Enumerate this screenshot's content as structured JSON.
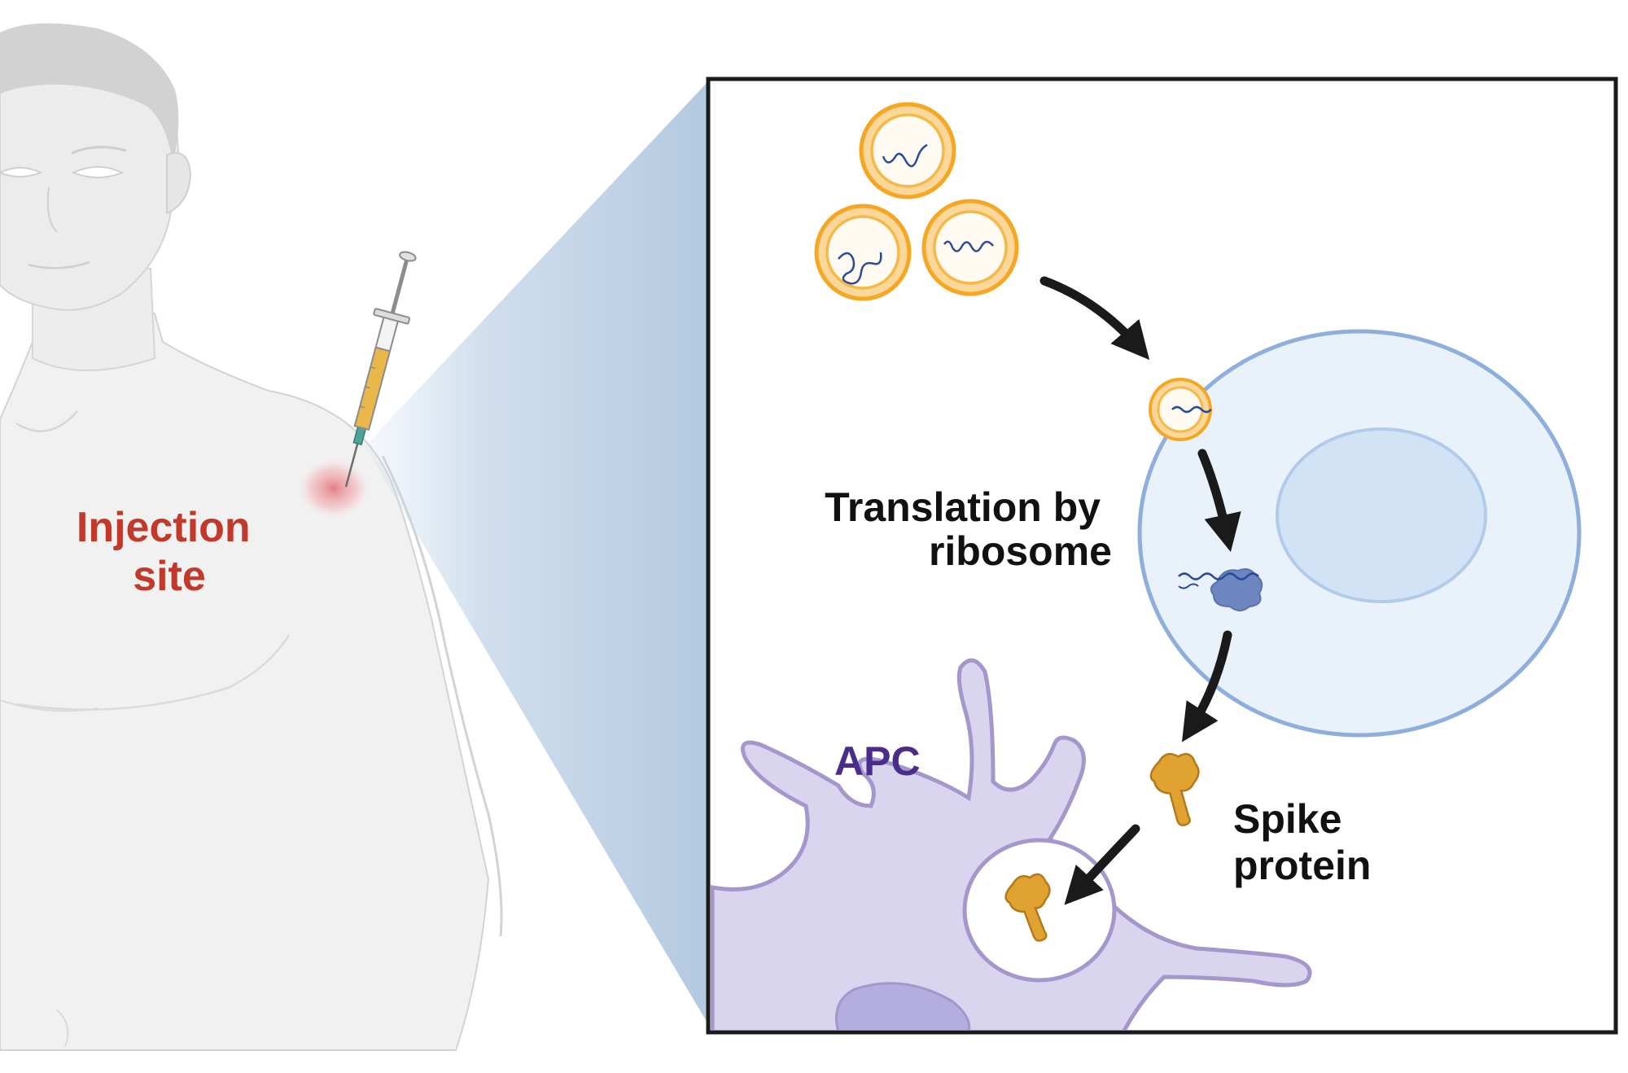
{
  "labels": {
    "injection_line1": "Injection",
    "injection_line2": "site",
    "translation_line1": "Translation by",
    "translation_line2": "ribosome",
    "apc": "APC",
    "spike_line1": "Spike",
    "spike_line2": "protein"
  },
  "colors": {
    "injection_text": "#c0392b",
    "apc_text": "#4a2d8a",
    "body_text": "#111111",
    "lipid_nanoparticle": "#f5a623",
    "cell_outline": "#8eaedb",
    "apc_outline": "#a596cc",
    "spike": "#e0a230"
  }
}
